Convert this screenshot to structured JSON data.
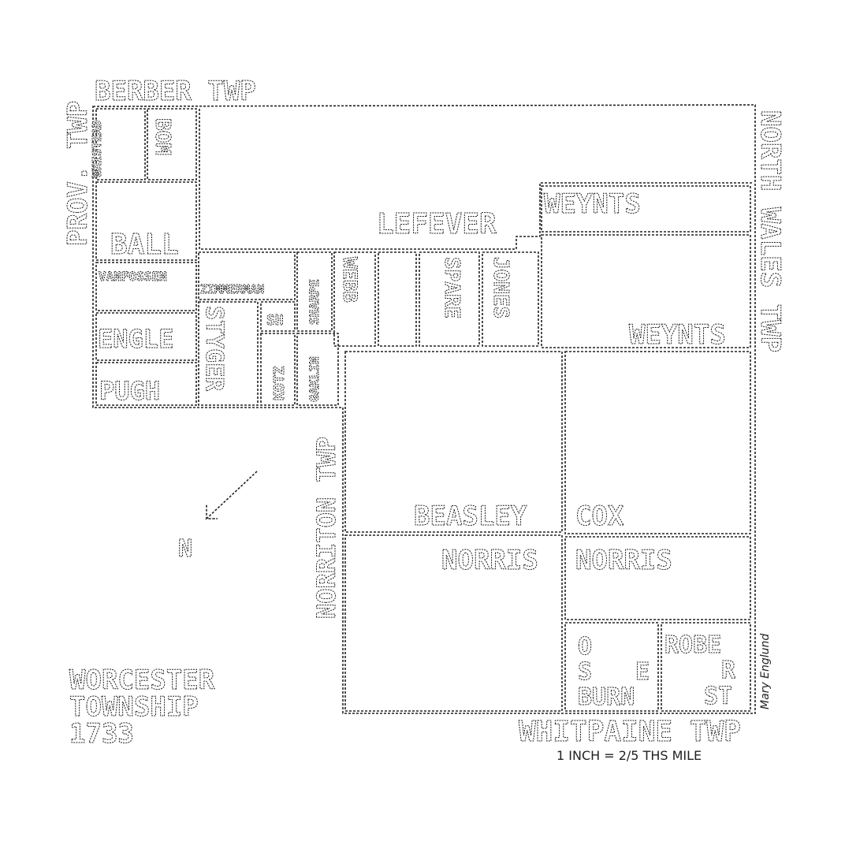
{
  "title": {
    "line1": "WORCESTER",
    "line2": "TOWNSHIP",
    "year": "1733"
  },
  "borders": {
    "top": "BERBER TWP",
    "left": "PROV. TWP",
    "right": "NORTH WALES TWP",
    "bottom": "WHITPAINE TWP",
    "inner_left": "NORRITON TWP"
  },
  "parcels": {
    "whistead": "WHISTEAD",
    "bom": "BOM",
    "ball": "BALL",
    "vanfossen": "VANFOSSEN",
    "engle": "ENGLE",
    "pugh": "PUGH",
    "zimmerman": "ZIMMERMAN",
    "styger": "STYGER",
    "sh": "SH",
    "kotz": "KOTZ",
    "sharpe": "SHARPE",
    "gaklin": "GAKLIN",
    "webb": "WEBB",
    "spare": "SPARE",
    "jones": "JONES",
    "lefever": "LEFEVER",
    "weynts_1": "WEYNTS",
    "weynts_2": "WEYNTS",
    "beasley": "BEASLEY",
    "cox": "COX",
    "norris_1": "NORRIS",
    "norris_2": "NORRIS",
    "osburn_o": "O",
    "osburn_s": "S",
    "osburn_e": "E",
    "osburn_burn": "BURN",
    "roberts_top": "ROBE",
    "roberts_r": "R",
    "roberts_st": "ST"
  },
  "north_label": "N",
  "scale": "1 INCH = 2/5 THS MILE",
  "signature": "Mary Englund"
}
